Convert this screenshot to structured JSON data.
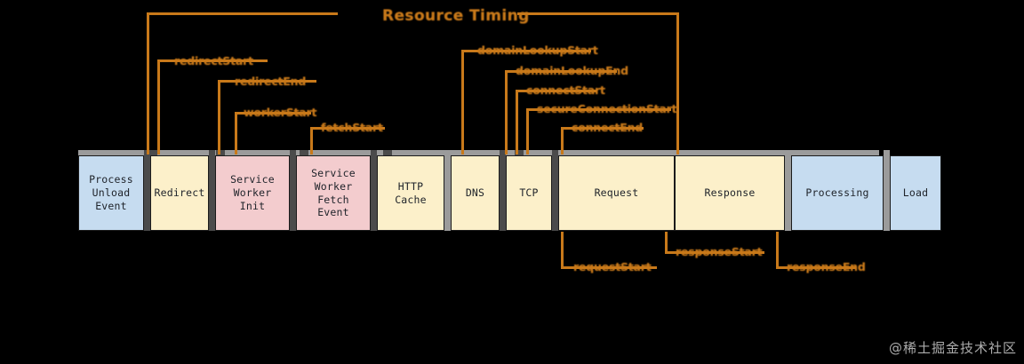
{
  "diagram": {
    "title": "Resource Timing",
    "background_color": "#000000",
    "accent_color": "#c8791a",
    "colors": {
      "blue_box": "#c6dcf0",
      "cream_box": "#fcf0ca",
      "pink_box": "#f3ccce",
      "rail": "#9b9b9b",
      "box_border": "#1b1b1b",
      "box_text": "#20242b"
    },
    "phases": [
      {
        "id": "process-unload-event",
        "label": "Process\nUnload\nEvent",
        "color": "blue",
        "width": 74
      },
      {
        "id": "redirect",
        "label": "Redirect",
        "color": "cream",
        "width": 78
      },
      {
        "id": "service-worker-init",
        "label": "Service\nWorker\nInit",
        "color": "pink",
        "width": 86
      },
      {
        "id": "service-worker-fetch",
        "label": "Service\nWorker\nFetch\nEvent",
        "color": "pink",
        "width": 82
      },
      {
        "id": "http-cache",
        "label": "HTTP\nCache",
        "color": "cream",
        "width": 80
      },
      {
        "id": "dns",
        "label": "DNS",
        "color": "cream",
        "width": 54
      },
      {
        "id": "tcp",
        "label": "TCP",
        "color": "cream",
        "width": 54
      },
      {
        "id": "request",
        "label": "Request",
        "color": "cream",
        "width": 131
      },
      {
        "id": "response",
        "label": "Response",
        "color": "cream",
        "width": 124
      },
      {
        "id": "processing",
        "label": "Processing",
        "color": "blue",
        "width": 104
      },
      {
        "id": "load",
        "label": "Load",
        "color": "blue",
        "width": 58
      }
    ],
    "markers_top": [
      {
        "id": "resource-timing",
        "label": "Resource Timing"
      },
      {
        "id": "redirect-start",
        "label": "redirectStart"
      },
      {
        "id": "redirect-end",
        "label": "redirectEnd"
      },
      {
        "id": "worker-start",
        "label": "workerStart"
      },
      {
        "id": "fetch-start",
        "label": "fetchStart"
      },
      {
        "id": "domain-lookup-start",
        "label": "domainLookupStart"
      },
      {
        "id": "domain-lookup-end",
        "label": "domainLookupEnd"
      },
      {
        "id": "connect-start",
        "label": "connectStart"
      },
      {
        "id": "secure-connection-start",
        "label": "secureConnectionStart"
      },
      {
        "id": "connect-end",
        "label": "connectEnd"
      }
    ],
    "markers_bottom": [
      {
        "id": "request-start",
        "label": "requestStart"
      },
      {
        "id": "response-start",
        "label": "responseStart"
      },
      {
        "id": "response-end",
        "label": "responseEnd"
      }
    ]
  },
  "watermark": {
    "text": "@稀土掘金技术社区"
  }
}
